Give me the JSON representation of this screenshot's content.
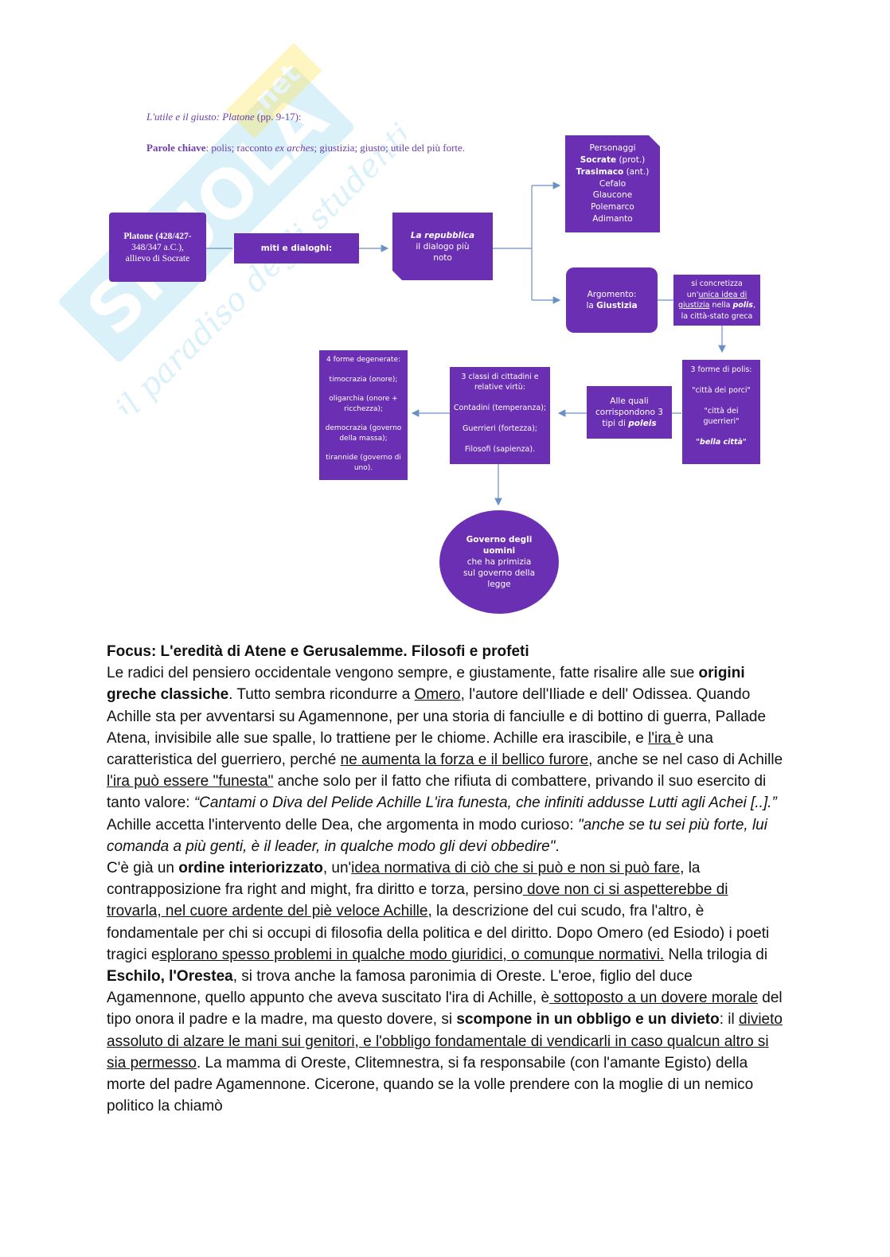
{
  "figure": {
    "caption": {
      "title_pre": "L'utile e il giusto: Platone",
      "title_post": " (pp. 9-17):",
      "keywords_label": "Parole chiave",
      "keywords_1": ": polis; racconto ",
      "keywords_italic": "ex arches",
      "keywords_2": "; giustizia; giusto; utile del più forte."
    },
    "platone": [
      "Platone (428/427-",
      "348/347 a.C.),",
      "allievo di Socrate"
    ],
    "miti": "miti e dialoghi:",
    "repubblica": {
      "title": "La repubblica",
      "line2": "il dialogo più",
      "line3": "noto"
    },
    "personaggi": {
      "title": "Personaggi",
      "socrate": "Socrate",
      "socrate_note": " (prot.)",
      "trasimaco": "Trasimaco",
      "trasimaco_note": " (ant.)",
      "rest": [
        "Cefalo",
        "Glaucone",
        "Polemarco",
        "Adimanto"
      ]
    },
    "argomento": {
      "line1": "Argomento:",
      "pre": "la ",
      "bold": "Giustizia"
    },
    "concretizza": {
      "line1": "si concretizza",
      "line2_pre": "un'",
      "line2_u": "unica idea di",
      "line3_u": "giustizia",
      "line3_mid": " nella ",
      "line3_i": "polis",
      "line3_post": ",",
      "line4": "la città-stato greca"
    },
    "tre_forme": {
      "title": "3 forme di polis:",
      "f1": "\"città dei porci\"",
      "f2a": "\"città dei",
      "f2b": "guerrieri\"",
      "f3": "\"bella città\""
    },
    "alle_quali": {
      "l1": "Alle quali",
      "l2": "corrispondono 3",
      "l3_pre": "tipi di ",
      "l3_i": "poleis"
    },
    "tre_classi": {
      "l1": "3 classi di cittadini e",
      "l2": "relative virtù:",
      "c1": "Contadini (temperanza);",
      "c2": "Guerrieri (fortezza);",
      "c3": "Filosofi (sapienza)."
    },
    "degenerate": {
      "title": "4 forme degenerate:",
      "items": [
        "timocrazia (onore);",
        "oligarchia (onore +",
        "ricchezza);",
        "democrazia (governo",
        "della massa);",
        "tirannide (governo di",
        "uno)."
      ]
    },
    "governo": {
      "b1": "Governo degli",
      "b2": "uomini",
      "l3": "che ha primizia",
      "l4": "sul governo della",
      "l5": "legge"
    },
    "watermark": {
      "brand": "SKUOLA.net",
      "tagline": "il paradiso degli studenti"
    }
  },
  "text": {
    "heading": "Focus: L'eredità di Atene e Gerusalemme. Filosofi e profeti",
    "p1": [
      {
        "t": "Le radici del pensiero occidentale vengono sempre, e giustamente, fatte risalire alle sue "
      },
      {
        "b": "origini greche classiche"
      },
      {
        "t": ". Tutto sembra ricondurre a "
      },
      {
        "u": "Omero"
      },
      {
        "t": ", l'autore dell'Iliade e dell' Odissea. Quando Achille sta per avventarsi su Agamennone, per una storia di fanciulle e di bottino di guerra, Pallade Atena, invisibile alle sue spalle, lo trattiene per le chiome. Achille era irascibile, e "
      },
      {
        "u": "l'ira "
      },
      {
        "t": "è una caratteristica del guerriero, perché "
      },
      {
        "u": "ne aumenta la forza e il bellico furore"
      },
      {
        "t": ", anche se nel caso di Achille "
      },
      {
        "u": "l'ira può essere \"funesta\""
      },
      {
        "t": " anche solo per il fatto che rifiuta di combattere, privando il suo esercito di tanto valore: "
      },
      {
        "i": "“Cantami o Diva del Pelide Achille L'ira funesta, che infiniti addusse Lutti agli Achei [..].”"
      }
    ],
    "p2": [
      {
        "t": "Achille accetta l'intervento delle Dea, che argomenta in modo curioso: "
      },
      {
        "i": "\"anche se tu sei più forte, lui comanda a più genti, è il leader, in qualche modo gli devi obbedire\""
      },
      {
        "t": "."
      }
    ],
    "p3": [
      {
        "t": "C'è già un "
      },
      {
        "b": "ordine interiorizzato"
      },
      {
        "t": ", un'"
      },
      {
        "u": "idea normativa di ciò che si può e non si può fare"
      },
      {
        "t": ", la contrapposizione fra right and might, fra diritto e torza, persino"
      },
      {
        "u": " dove non ci si aspetterebbe di trovarla, nel cuore ardente del piè veloce Achille,"
      },
      {
        "t": " la descrizione del cui scudo, fra l'altro, è fondamentale per chi si occupi di filosofia della politica e del diritto. Dopo Omero (ed Esiodo) i poeti tragici e"
      },
      {
        "u": "splorano spesso problemi in qualche modo giuridici, o comunque normativi."
      },
      {
        "t": " Nella trilogia di "
      },
      {
        "b": "Eschilo, l'Orestea"
      },
      {
        "t": ", si trova anche la famosa paronimia di Oreste. L'eroe, figlio del duce Agamennone, quello appunto che aveva suscitato l'ira di Achille, è"
      },
      {
        "u": " sottoposto a un dovere morale"
      },
      {
        "t": " del tipo onora il padre e la madre, ma questo dovere, si "
      },
      {
        "b": "scompone in un obbligo e un divieto"
      },
      {
        "t": ": il "
      },
      {
        "u": "divieto assoluto di alzare le mani sui genitori, e l'obbligo fondamentale di vendicarli in caso qualcun altro si sia permesso"
      },
      {
        "t": ". La mamma di Oreste, Clitemnestra, si fa responsabile (con l'amante Egisto) della morte del padre Agamennone. Cicerone, quando se la volle prendere con la moglie di un nemico politico la chiamò"
      }
    ]
  }
}
